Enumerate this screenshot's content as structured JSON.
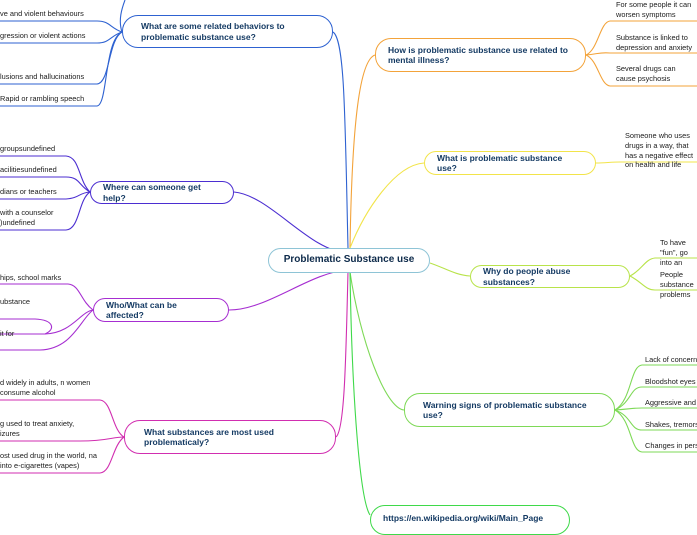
{
  "center": {
    "label": "Problematic Substance use"
  },
  "branches": {
    "mental_illness": {
      "label": "How is problematic substance use related to mental illness?",
      "color": "#f3a33a",
      "leaves": [
        "For some people it can worsen symptoms",
        "Substance is linked to depression and anxiety",
        "Several drugs can cause psychosis"
      ]
    },
    "definition": {
      "label": "What is problematic substance use?",
      "color": "#f2e44a",
      "leaves": [
        "Someone who uses drugs in a way, that has a negative effect on health and life"
      ]
    },
    "why": {
      "label": "Why do people abuse substances?",
      "color": "#b8e34a",
      "leaves": [
        "To have \"fun\", go into an",
        "People substance problems"
      ]
    },
    "warning": {
      "label": "Warning signs of problematic substance use?",
      "color": "#7ed957",
      "leaves": [
        "Lack of concern",
        "Bloodshot eyes",
        "Aggressive and",
        "Shakes, tremors",
        "Changes in personality"
      ]
    },
    "link": {
      "label": "https://en.wikipedia.org/wiki/Main_Page",
      "color": "#3fd94a"
    },
    "behaviors": {
      "label": "What are some related behaviors to problematic substance use?",
      "color": "#2e62d1",
      "leaves": [
        "ve and violent behaviours",
        "gression or violent actions",
        "lusions and hallucinations",
        "Rapid or rambling speech"
      ]
    },
    "help": {
      "label": "Where can someone get help?",
      "color": "#4b2ed1",
      "leaves": [
        "groupsundefined",
        "acilitiesundefined",
        "dians or teachers",
        "with a counselor )undefined"
      ]
    },
    "affected": {
      "label": "Who/What can be affected?",
      "color": "#a62ed1",
      "leaves": [
        "hips, school marks",
        "ubstance",
        "it for"
      ]
    },
    "substances": {
      "label": "What substances are most used problematicaly?",
      "color": "#d12eb0",
      "leaves": [
        "d widely in adults, n women consume alcohol",
        "g used to treat anxiety, izures",
        "ost used drug in the world, na into e-cigarettes (vapes)"
      ]
    }
  }
}
